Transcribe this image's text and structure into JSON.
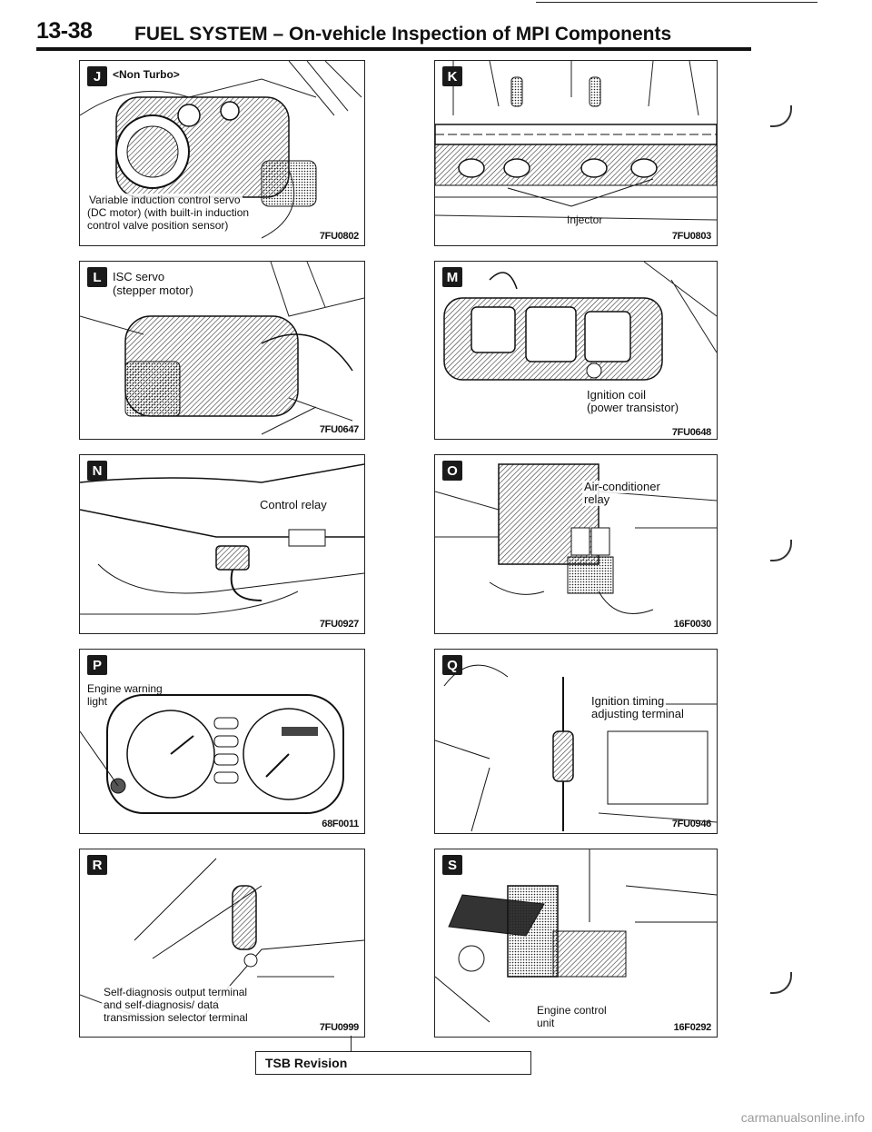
{
  "header": {
    "page_number": "13-38",
    "title_main": "FUEL SYSTEM – ",
    "title_sub": "On-vehicle Inspection of MPI Components"
  },
  "panels": {
    "J": {
      "letter": "J",
      "label1": "<Non Turbo>",
      "label2": "Variable induction control servo",
      "label3": "(DC motor) (with built-in induction",
      "label4": "control valve position sensor)",
      "figure": "7FU0802"
    },
    "K": {
      "letter": "K",
      "label1": "Injector",
      "figure": "7FU0803"
    },
    "L": {
      "letter": "L",
      "label1": "ISC servo",
      "label2": "(stepper motor)",
      "figure": "7FU0647"
    },
    "M": {
      "letter": "M",
      "label1": "Ignition coil",
      "label2": "(power transistor)",
      "figure": "7FU0648"
    },
    "N": {
      "letter": "N",
      "label1": "Control relay",
      "figure": "7FU0927"
    },
    "O": {
      "letter": "O",
      "label1": "Air-conditioner",
      "label2": "relay",
      "figure": "16F0030"
    },
    "P": {
      "letter": "P",
      "label1": "Engine warning",
      "label2": "light",
      "figure": "68F0011"
    },
    "Q": {
      "letter": "Q",
      "label1": "Ignition timing",
      "label2": "adjusting terminal",
      "figure": "7FU0946"
    },
    "R": {
      "letter": "R",
      "label1": "Self-diagnosis output terminal",
      "label2": "and self-diagnosis/ data",
      "label3": "transmission selector terminal",
      "figure": "7FU0999"
    },
    "S": {
      "letter": "S",
      "label1": "Engine control",
      "label2": "unit",
      "figure": "16F0292"
    }
  },
  "footer": {
    "tsb_label": "TSB Revision",
    "watermark": "carmanualsonline.info"
  }
}
